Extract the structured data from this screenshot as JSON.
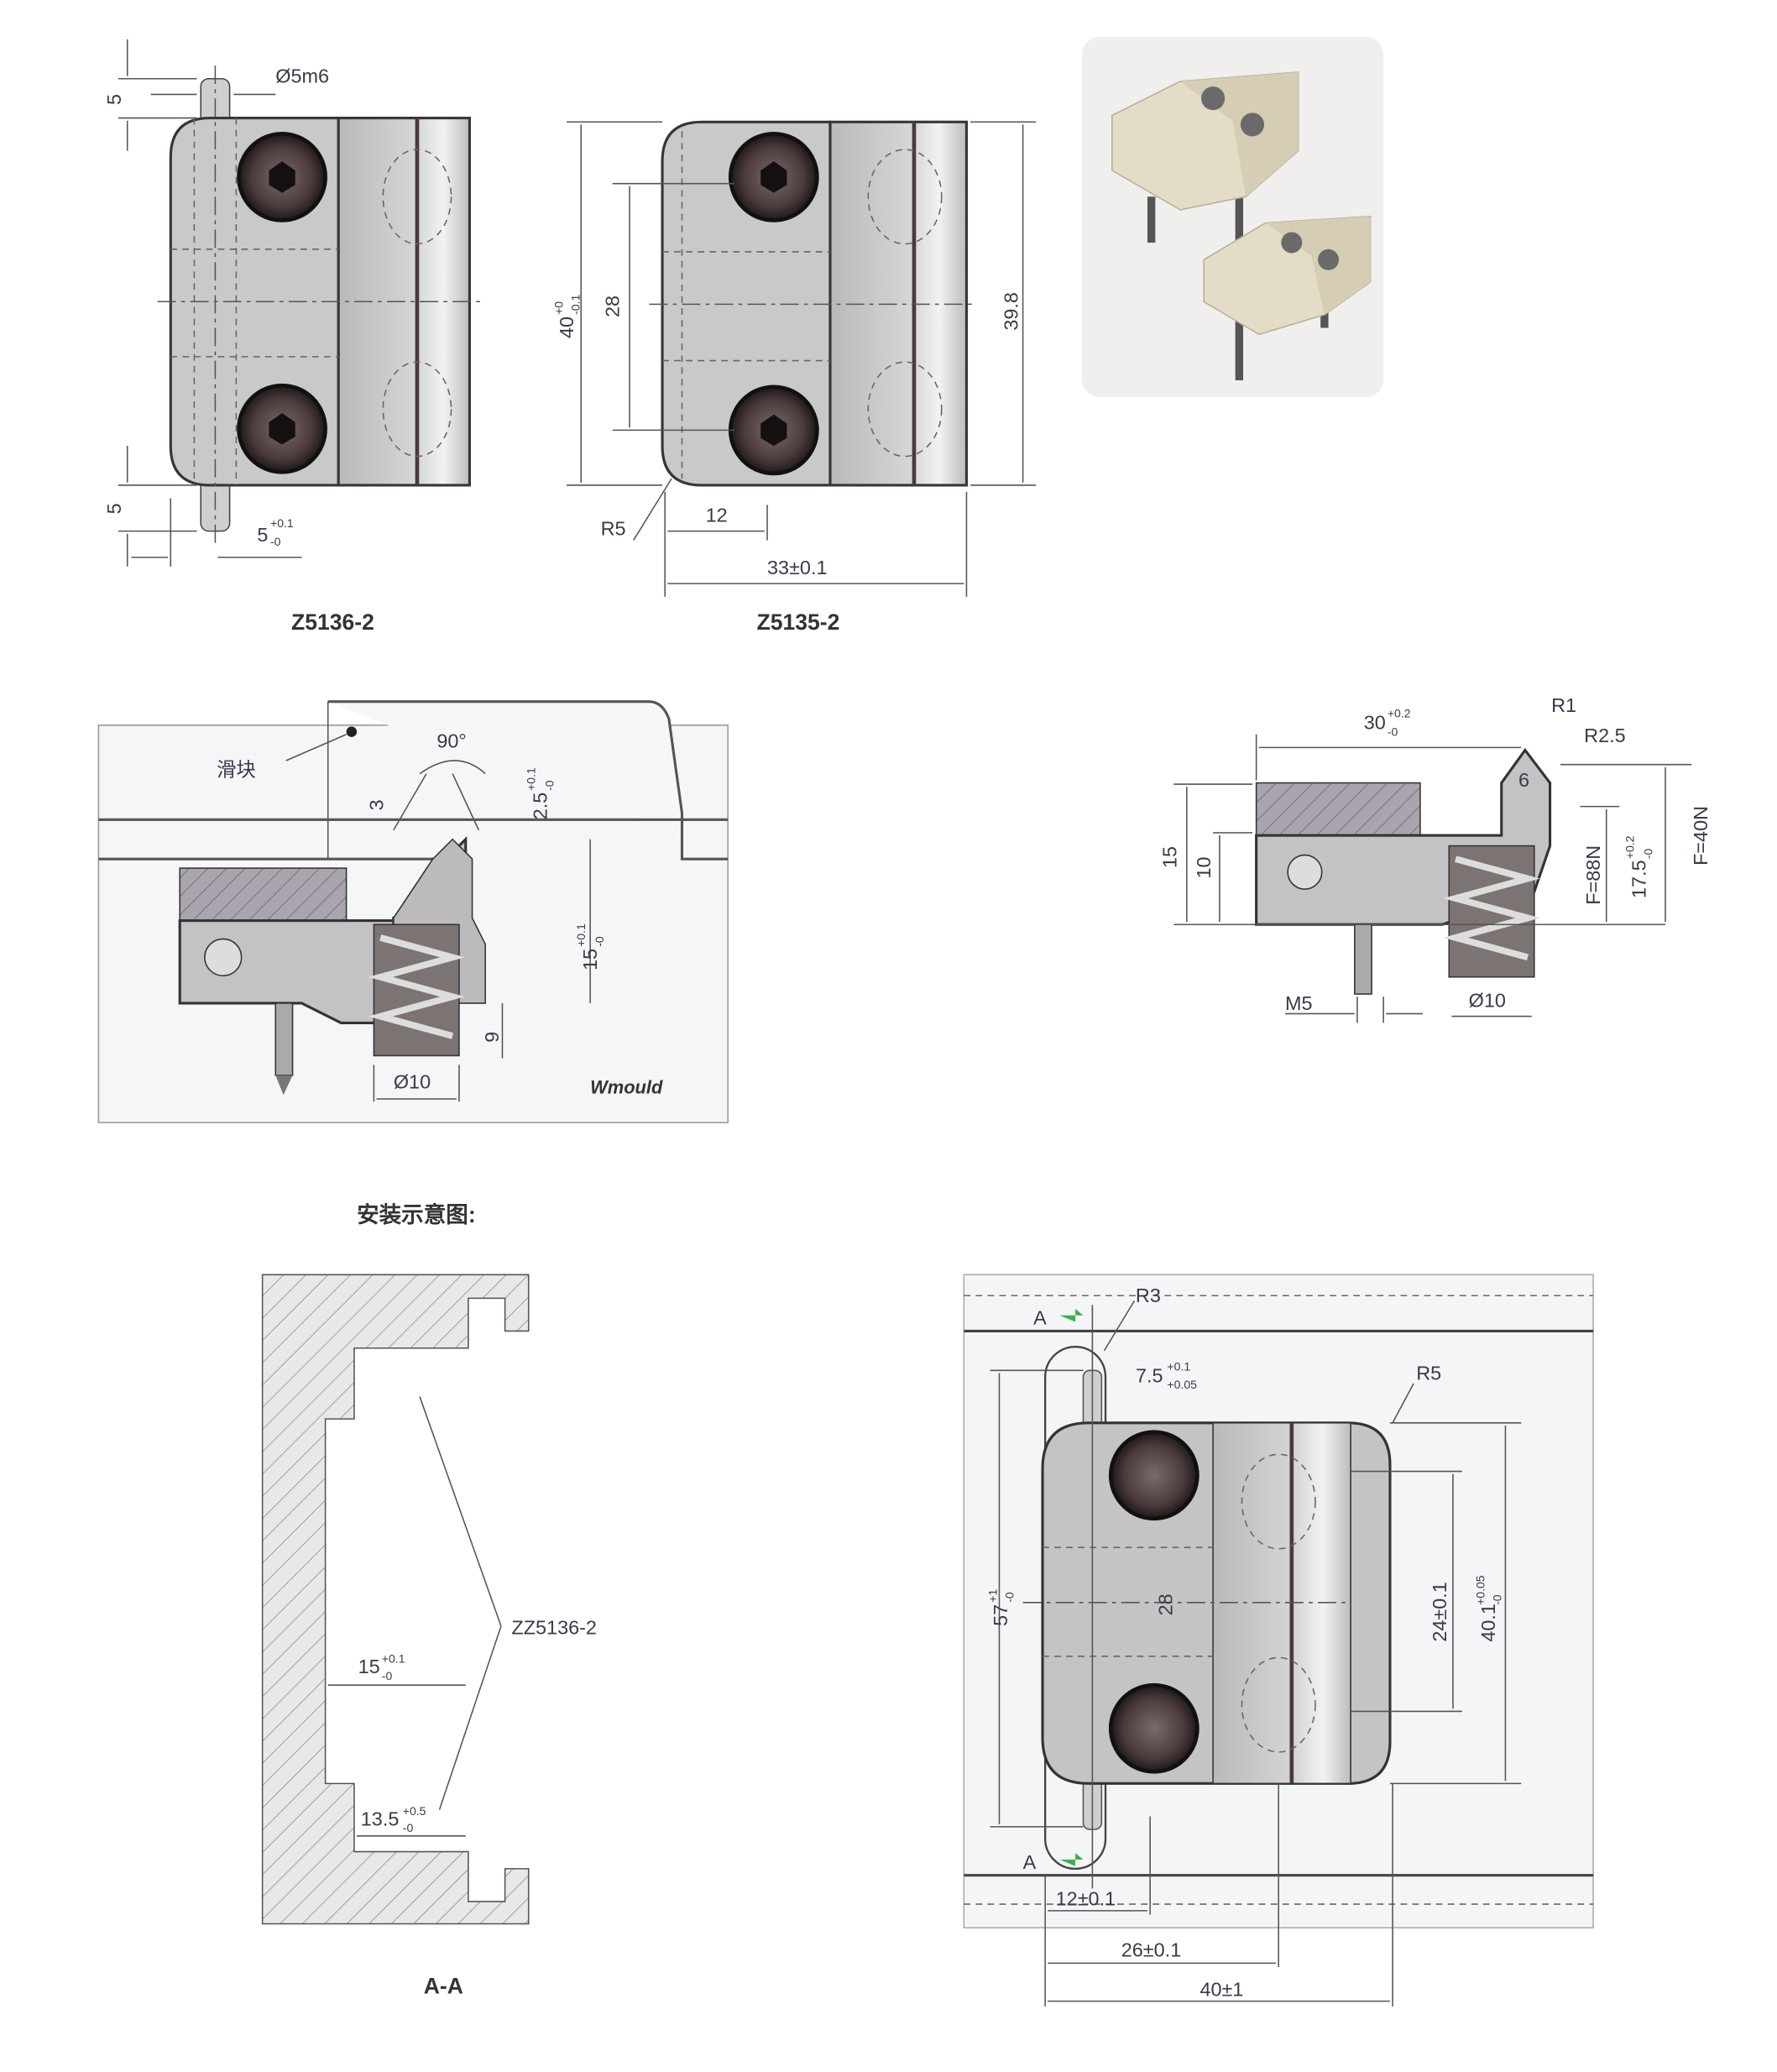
{
  "colors": {
    "metal": "#c9c9c9",
    "outline": "#3a3438",
    "screw": "#3b2e2e",
    "photo_block": "#e3dcc6",
    "arrow_green": "#3bb24a"
  },
  "z5136": {
    "label": "Z5136-2",
    "pin_dia": "Ø5m6",
    "pin_top": "5",
    "pin_bottom": "5",
    "pin_offset": {
      "base": "5",
      "upper": "+0.1",
      "lower": "-0"
    }
  },
  "z5135": {
    "label": "Z5135-2",
    "height": {
      "base": "40",
      "upper": "+0",
      "lower": "-0.1"
    },
    "hole_pitch": "28",
    "height_right": "39.8",
    "radius": "R5",
    "hole_offset": "12",
    "width": "33±0.1"
  },
  "install_section": {
    "slider_label": "滑块",
    "angle": "90°",
    "depth": "3",
    "tip": {
      "base": "2.5",
      "upper": "+0.1",
      "lower": "-0"
    },
    "pocket": {
      "base": "15",
      "upper": "+0.1",
      "lower": "-0"
    },
    "spring_depth": "9",
    "spring_dia": "Ø10",
    "brand": "Wmould"
  },
  "side_view": {
    "length": {
      "base": "30",
      "upper": "+0.2",
      "lower": "-0"
    },
    "r1": "R1",
    "r25": "R2.5",
    "tip_width": "6",
    "h15": "15",
    "h10": "10",
    "force_88": "F=88N",
    "h175": {
      "base": "17.5",
      "upper": "+0.2",
      "lower": "-0"
    },
    "force_40": "F=40N",
    "thread": "M5",
    "spring_dia": "Ø10"
  },
  "install_title": "安装示意图:",
  "section_aa": {
    "part": "ZZ5136-2",
    "w15": {
      "base": "15",
      "upper": "+0.1",
      "lower": "-0"
    },
    "w135": {
      "base": "13.5",
      "upper": "+0.5",
      "lower": "-0"
    },
    "label": "A-A"
  },
  "plan_view": {
    "section_mark_top": "A",
    "section_mark_bottom": "A",
    "r3": "R3",
    "slot": {
      "base": "7.5",
      "upper": "+0.1",
      "lower": "+0.05"
    },
    "r5": "R5",
    "len57": {
      "base": "57",
      "upper": "+1",
      "lower": "-0"
    },
    "pitch28": "28",
    "d24": "24±0.1",
    "h401": {
      "base": "40.1",
      "upper": "+0.05",
      "lower": "-0"
    },
    "d12": "12±0.1",
    "d26": "26±0.1",
    "d40": "40±1"
  }
}
